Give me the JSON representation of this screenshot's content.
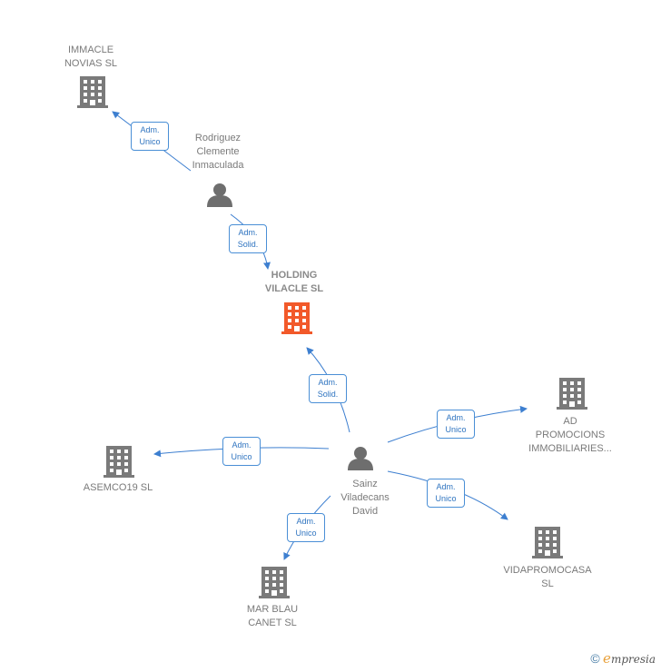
{
  "nodes": {
    "immacle": {
      "label": "IMMACLE\nNOVIAS  SL",
      "kind": "company"
    },
    "rodriguez": {
      "label": "Rodriguez\nClemente\nInmaculada",
      "kind": "person"
    },
    "holding": {
      "label": "HOLDING\nVILACLE  SL",
      "kind": "company",
      "highlight": true
    },
    "sainz": {
      "label": "Sainz\nViladecans\nDavid",
      "kind": "person"
    },
    "asemco": {
      "label": "ASEMCO19  SL",
      "kind": "company"
    },
    "adpromo": {
      "label": "AD\nPROMOCIONS\nIMMOBILIARIES...",
      "kind": "company"
    },
    "vidapromo": {
      "label": "VIDAPROMOCASA\nSL",
      "kind": "company"
    },
    "marblau": {
      "label": "MAR BLAU\nCANET  SL",
      "kind": "company"
    }
  },
  "edges": [
    {
      "from": "rodriguez",
      "to": "immacle",
      "role": "Adm.\nUnico"
    },
    {
      "from": "rodriguez",
      "to": "holding",
      "role": "Adm.\nSolid."
    },
    {
      "from": "sainz",
      "to": "holding",
      "role": "Adm.\nSolid."
    },
    {
      "from": "sainz",
      "to": "adpromo",
      "role": "Adm.\nUnico"
    },
    {
      "from": "sainz",
      "to": "asemco",
      "role": "Adm.\nUnico"
    },
    {
      "from": "sainz",
      "to": "vidapromo",
      "role": "Adm.\nUnico"
    },
    {
      "from": "sainz",
      "to": "marblau",
      "role": "Adm.\nUnico"
    }
  ],
  "colors": {
    "company": "#7a7a7a",
    "highlight": "#f2592a",
    "person": "#6e6e6e",
    "edge": "#3d7fd0"
  },
  "footer": {
    "copyright": "©",
    "brand_initial": "e",
    "brand_rest": "mpresia"
  }
}
